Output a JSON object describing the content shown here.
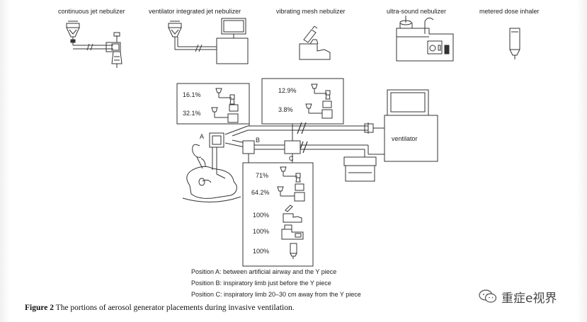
{
  "devices": {
    "continuous_jet": "continuous jet nebulizer",
    "ventilator_integrated_jet": "ventilator integrated jet nebulizer",
    "vibrating_mesh": "vibrating mesh nebulizer",
    "ultra_sound": "ultra-sound nebulizer",
    "mdi": "metered dose inhaler"
  },
  "positions": {
    "a": "A",
    "b": "B",
    "c": "C"
  },
  "ventilator_label": "ventilator",
  "box_a": {
    "continuous_jet_pct": "16.1%",
    "vent_jet_pct": "32.1%"
  },
  "box_b": {
    "continuous_jet_pct": "12.9%",
    "vent_jet_pct": "3.8%"
  },
  "box_c": {
    "continuous_jet_pct": "71%",
    "vent_jet_pct": "64.2%",
    "mesh_pct": "100%",
    "ultrasound_pct": "100%",
    "mdi_pct": "100%"
  },
  "legend": {
    "a": "Position A: between artificial airway and the Y piece",
    "b": "Position B: inspiratory limb just before the Y piece",
    "c": "Position C: inspiratory limb 20–30 cm away from the Y piece"
  },
  "caption": {
    "label": "Figure 2",
    "text": "The portions of aerosol generator placements during invasive ventilation."
  },
  "watermark": "重症e视界"
}
